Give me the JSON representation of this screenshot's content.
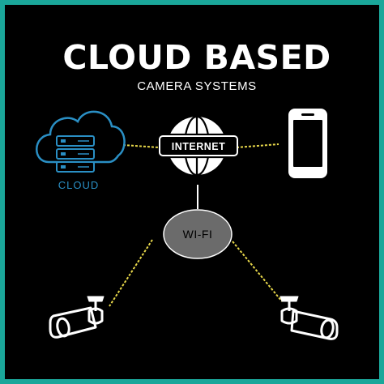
{
  "title": "CLOUD BASED",
  "subtitle": "CAMERA SYSTEMS",
  "nodes": {
    "cloud_label": "CLOUD",
    "internet_label": "INTERNET",
    "wifi_label": "WI-FI"
  },
  "icons": {
    "cloud": "cloud-server-icon",
    "internet": "globe-icon",
    "phone": "smartphone-icon",
    "camera_left": "security-camera-icon",
    "camera_right": "security-camera-icon"
  },
  "colors": {
    "background": "#000000",
    "border": "#1aa79a",
    "cloud": "#2a8fc4",
    "connector": "#e8d84a",
    "wifi_fill": "#6b6b6b"
  }
}
